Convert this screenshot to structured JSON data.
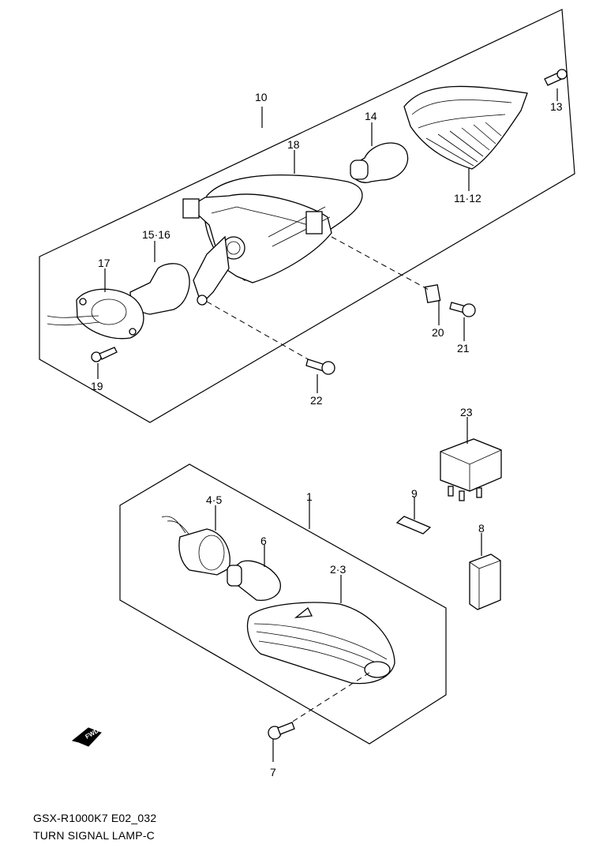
{
  "labels": {
    "p10": "10",
    "p13": "13",
    "p14": "14",
    "p18": "18",
    "p11_12": "11·12",
    "p15_16": "15·16",
    "p17": "17",
    "p20": "20",
    "p21": "21",
    "p19": "19",
    "p22": "22",
    "p23": "23",
    "p1": "1",
    "p4_5": "4·5",
    "p9": "9",
    "p6": "6",
    "p2_3": "2·3",
    "p8": "8",
    "p7": "7",
    "fwd": "FWD"
  },
  "caption": {
    "model_code": "GSX-R1000K7 E02_032",
    "title": "TURN SIGNAL LAMP-C"
  }
}
